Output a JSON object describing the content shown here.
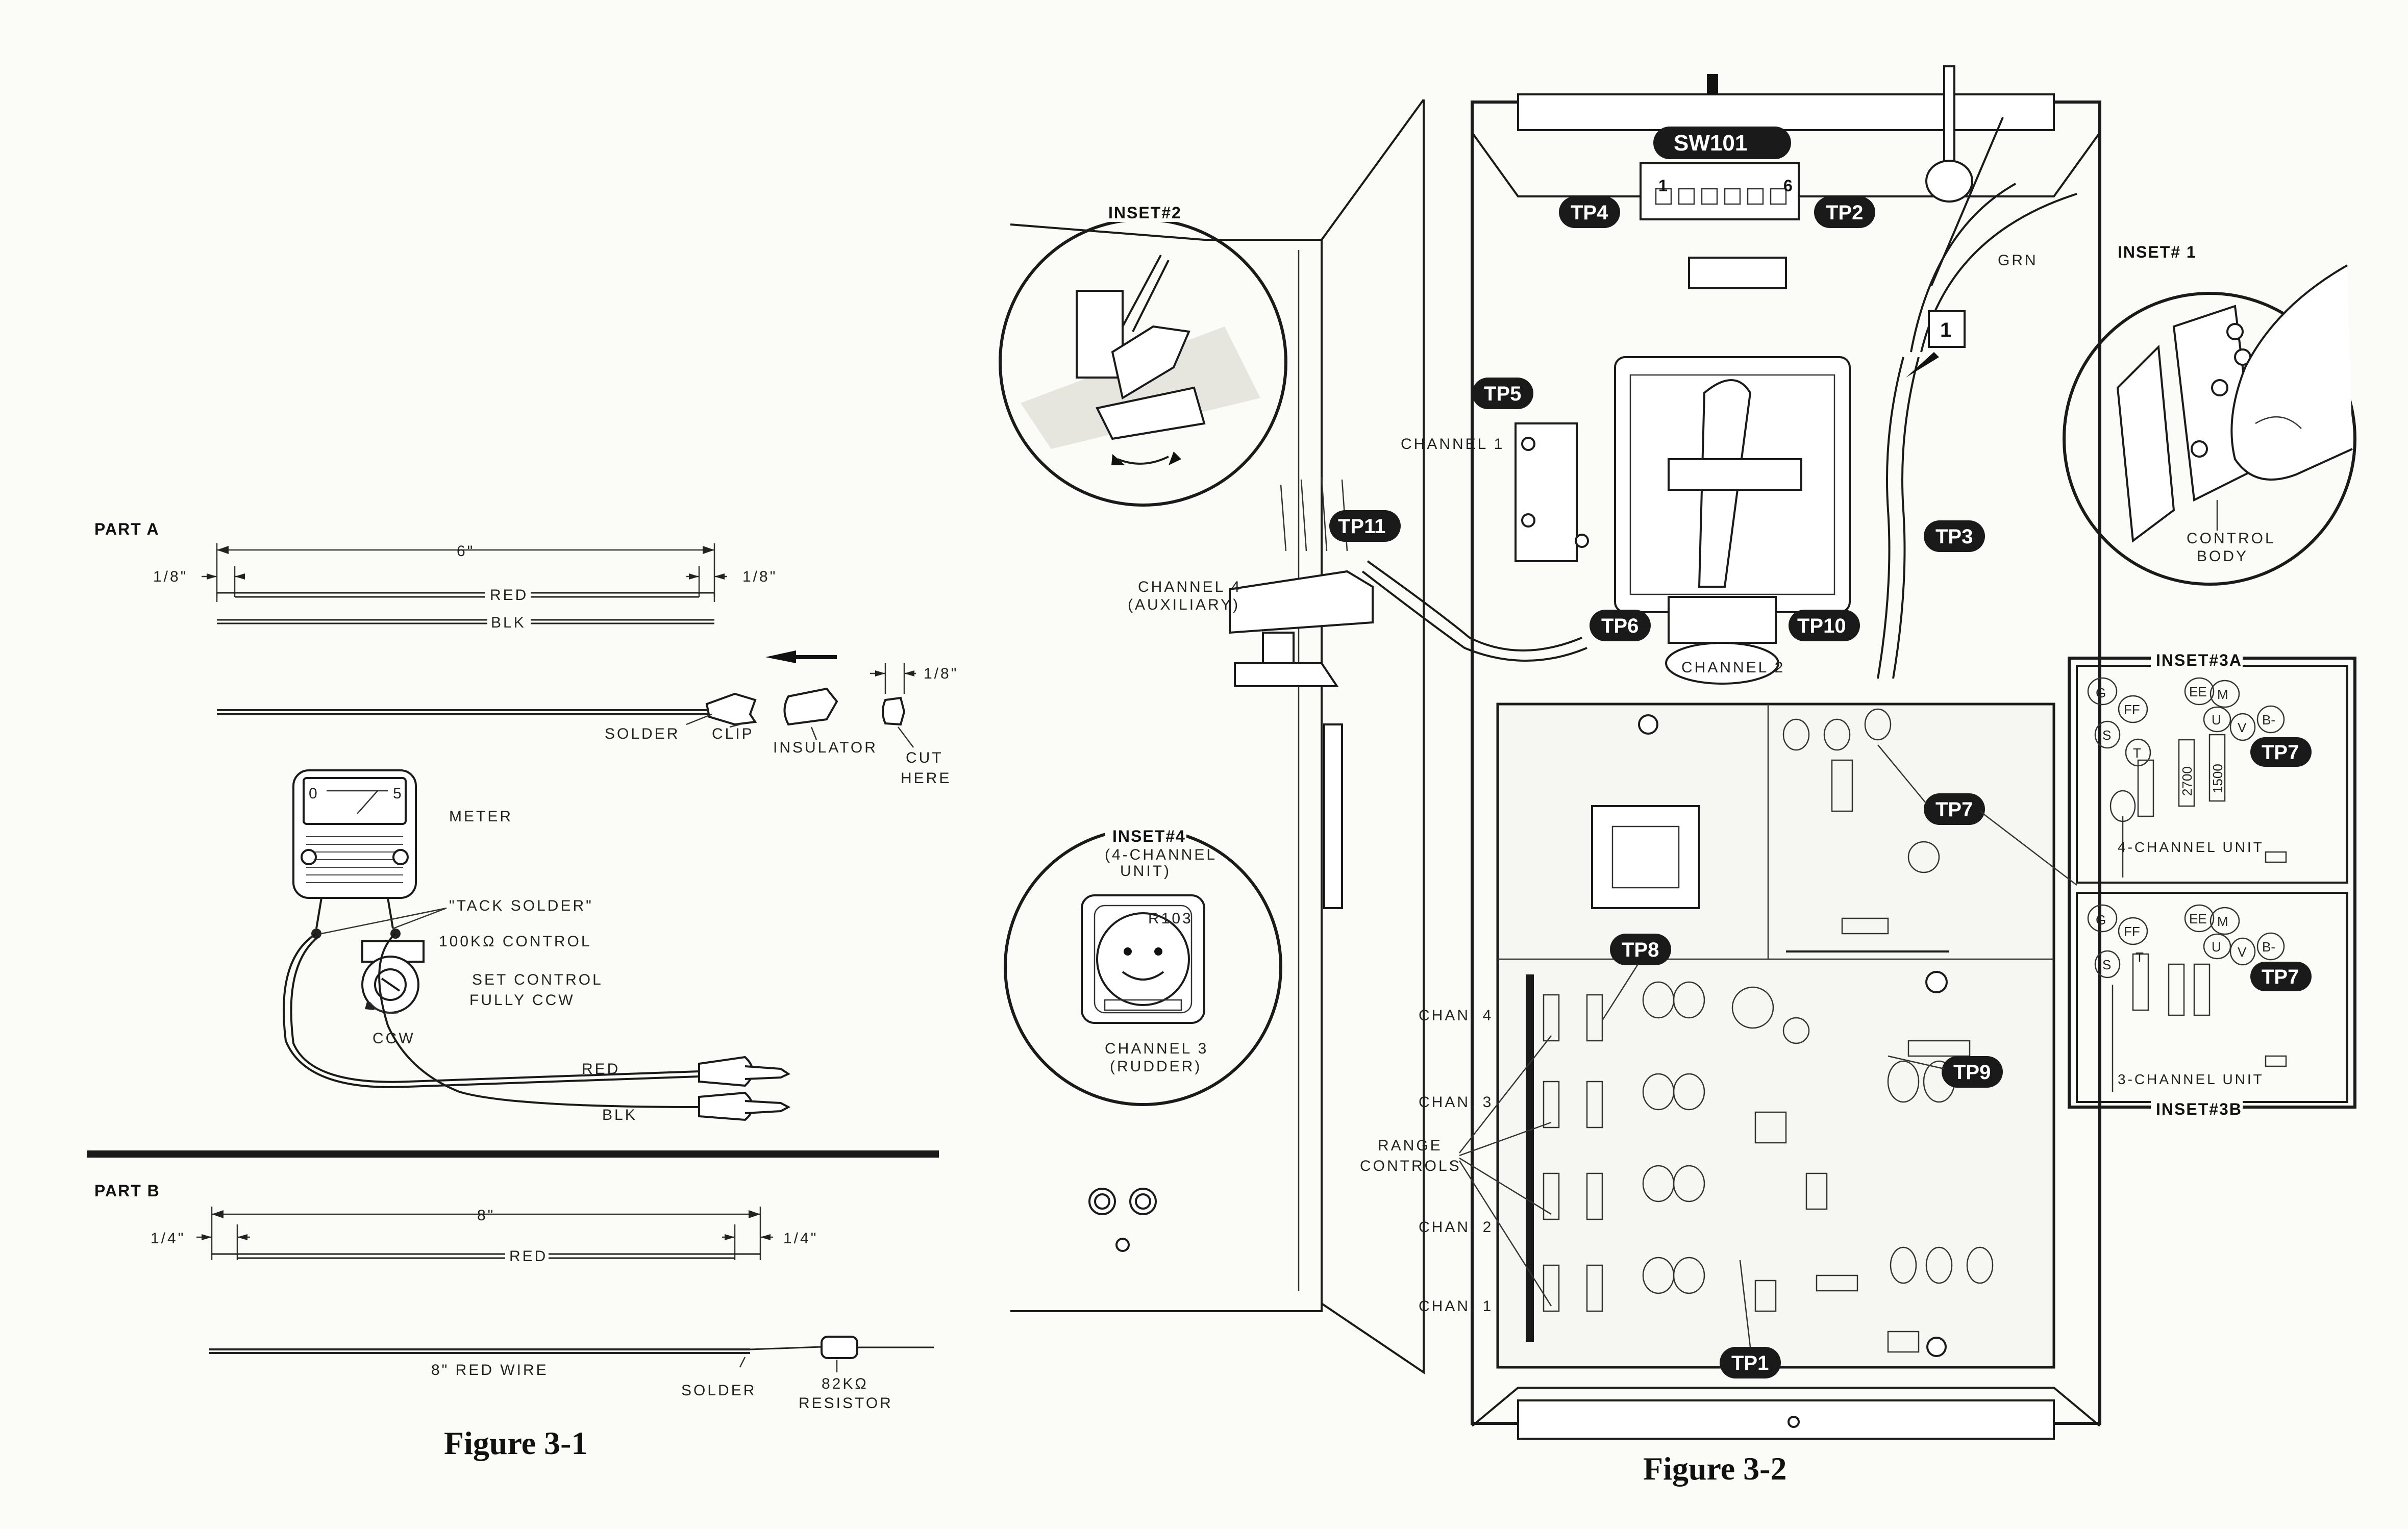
{
  "figure_1": {
    "caption": "Figure 3-1",
    "part_a": {
      "heading": "PART A",
      "dim_6in": "6\"",
      "dim_left": "1/8\"",
      "dim_right": "1/8\"",
      "wire_red": "RED",
      "wire_blk": "BLK",
      "dim_cut": "1/8\"",
      "solder": "SOLDER",
      "clip": "CLIP",
      "insulator": "INSULATOR",
      "cut_here_1": "CUT",
      "cut_here_2": "HERE",
      "meter": "METER",
      "meter_scale_low": "0",
      "meter_scale_high": "5",
      "tack_solder": "\"TACK SOLDER\"",
      "control": "100KΩ CONTROL",
      "set_control_1": "SET CONTROL",
      "set_control_2": "FULLY CCW",
      "ccw": "CCW",
      "lead_red": "RED",
      "lead_blk": "BLK"
    },
    "part_b": {
      "heading": "PART B",
      "dim_8in": "8\"",
      "dim_left": "1/4\"",
      "dim_right": "1/4\"",
      "wire_red": "RED",
      "red_wire_label": "8\" RED WIRE",
      "solder": "SOLDER",
      "resistor_1": "82KΩ",
      "resistor_2": "RESISTOR"
    }
  },
  "figure_2": {
    "caption": "Figure 3-2",
    "switch": "SW101",
    "switch_pin_1": "1",
    "switch_pin_6": "6",
    "grn": "GRN",
    "callout_1": "1",
    "test_points": {
      "tp1": "TP1",
      "tp2": "TP2",
      "tp3": "TP3",
      "tp4": "TP4",
      "tp5": "TP5",
      "tp6": "TP6",
      "tp7a": "TP7",
      "tp7b": "TP7",
      "tp7c": "TP7",
      "tp8": "TP8",
      "tp9": "TP9",
      "tp10": "TP10",
      "tp11": "TP11"
    },
    "channel_1": "CHANNEL 1",
    "channel_2": "CHANNEL 2",
    "channel_4_1": "CHANNEL 4",
    "channel_4_2": "(AUXILIARY)",
    "inset_1": "INSET# 1",
    "inset_1_label_1": "CONTROL",
    "inset_1_label_2": "BODY",
    "inset_2": "INSET#2",
    "inset_4_title": "INSET#4",
    "inset_4_sub_1": "(4-CHANNEL",
    "inset_4_sub_2": "UNIT)",
    "inset_4_r103": "R103",
    "inset_4_ch3_1": "CHANNEL 3",
    "inset_4_ch3_2": "(RUDDER)",
    "inset_3a": "INSET#3A",
    "inset_3b": "INSET#3B",
    "unit_4ch": "4-CHANNEL UNIT",
    "unit_3ch": "3-CHANNEL UNIT",
    "resistor_2700": "2700",
    "resistor_1500": "1500",
    "pad_letters": [
      "G",
      "FF",
      "EE",
      "M",
      "U",
      "V",
      "B-",
      "S",
      "T"
    ],
    "chan_4": "CHAN. 4",
    "chan_3": "CHAN. 3",
    "chan_2": "CHAN. 2",
    "chan_1": "CHAN. 1",
    "range_1": "RANGE",
    "range_2": "CONTROLS"
  }
}
